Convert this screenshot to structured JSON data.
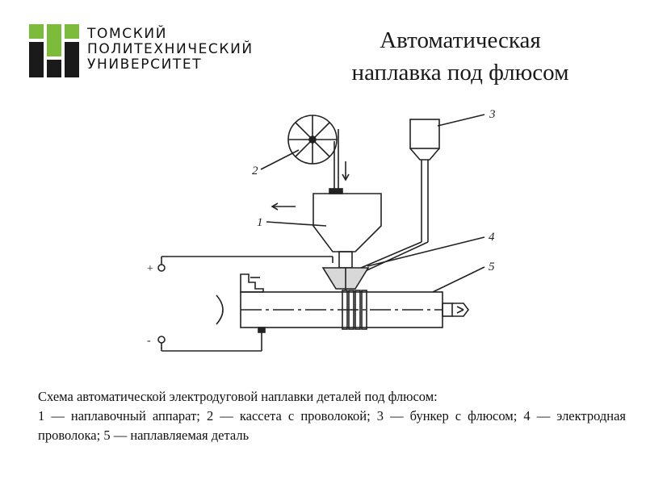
{
  "logo": {
    "lines": [
      "ТОМСКИЙ",
      "ПОЛИТЕХНИЧЕСКИЙ",
      "УНИВЕРСИТЕТ"
    ],
    "colors": {
      "green": "#7cbb3c",
      "dark": "#1a1a1a"
    }
  },
  "title": {
    "line1": "Автоматическая",
    "line2": "наплавка под флюсом"
  },
  "diagram": {
    "labels": [
      "1",
      "2",
      "3",
      "4",
      "5"
    ],
    "terminals": [
      "+",
      "-"
    ]
  },
  "caption": {
    "line1": "Схема автоматической электродуговой наплавки деталей под флюсом:",
    "body": "1 — наплавочный аппарат; 2 — кассета с проволокой; 3 — бункер с флюсом; 4 — электродная проволока; 5 — наплавляемая деталь"
  }
}
